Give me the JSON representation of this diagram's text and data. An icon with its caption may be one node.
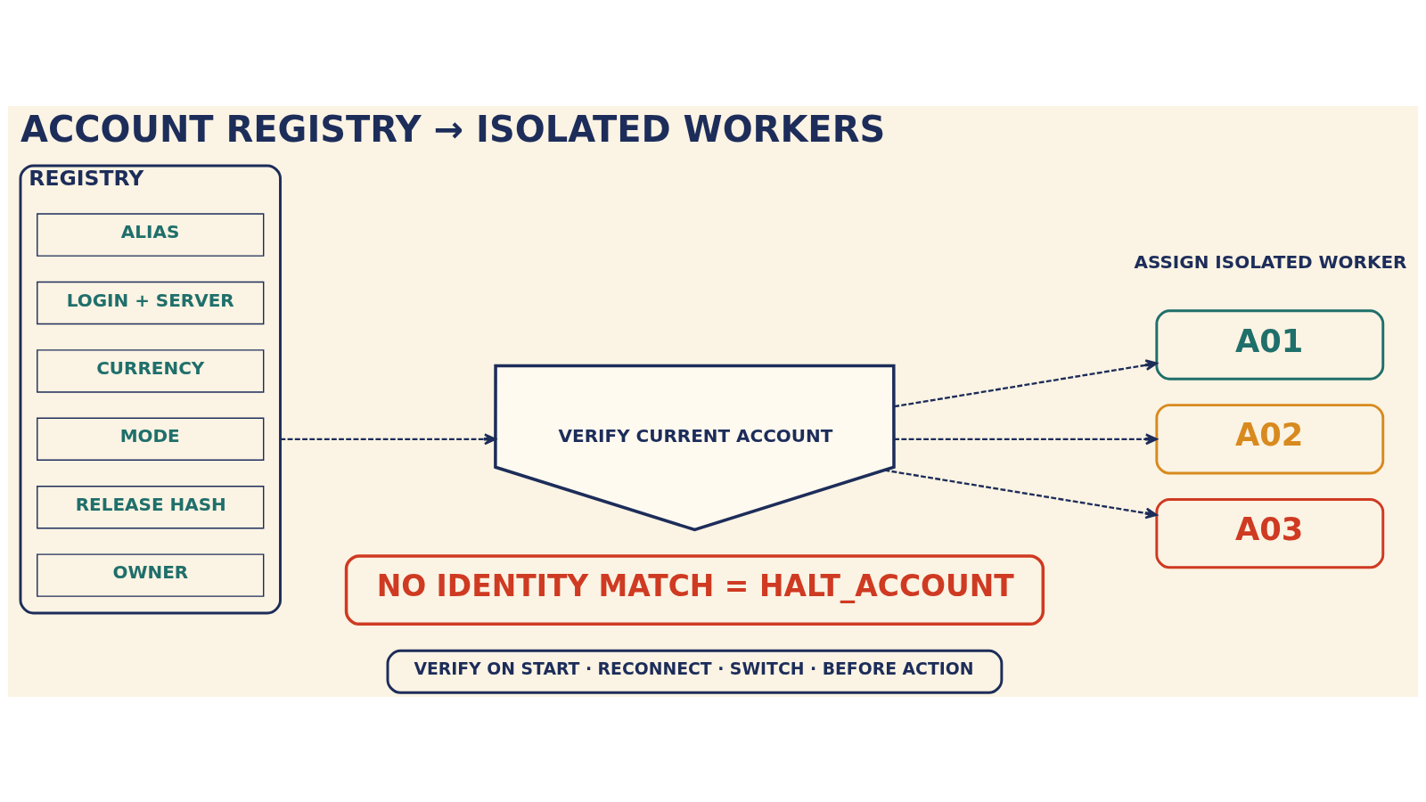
{
  "diagram": {
    "title": "ACCOUNT REGISTRY → ISOLATED WORKERS",
    "nodes": [
      {
        "text": [
          "REGISTRY"
        ]
      },
      {
        "text": [
          "ALIAS"
        ],
        "in": 0
      },
      {
        "text": [
          "LOGIN + SERVER"
        ],
        "in": 0
      },
      {
        "text": [
          "CURRENCY"
        ],
        "in": 0
      },
      {
        "text": [
          "MODE"
        ],
        "in": 0
      },
      {
        "text": [
          "RELEASE HASH"
        ],
        "in": 0
      },
      {
        "text": [
          "OWNER"
        ],
        "in": 0
      },
      {
        "text": [
          "VERIFY CURRENT ACCOUNT"
        ]
      },
      {
        "text": [
          "A01"
        ]
      },
      {
        "text": [
          "A02"
        ]
      },
      {
        "text": [
          "A03"
        ]
      },
      {
        "text": [
          "NO IDENTITY MATCH = HALT_ACCOUNT"
        ]
      },
      {
        "text": [
          "VERIFY ON START · RECONNECT · SWITCH · BEFORE ACTION"
        ]
      }
    ],
    "edges": [
      {
        "from": 0,
        "to": 7,
        "arrow": "to",
        "style": "dashed"
      },
      {
        "from": 7,
        "to": 8,
        "arrow": "to",
        "style": "dashed"
      },
      {
        "from": 7,
        "to": 9,
        "arrow": "to",
        "style": "dashed"
      },
      {
        "from": 7,
        "to": 10,
        "arrow": "to",
        "style": "dashed"
      }
    ],
    "labels": [
      "ASSIGN ISOLATED WORKER"
    ]
  }
}
